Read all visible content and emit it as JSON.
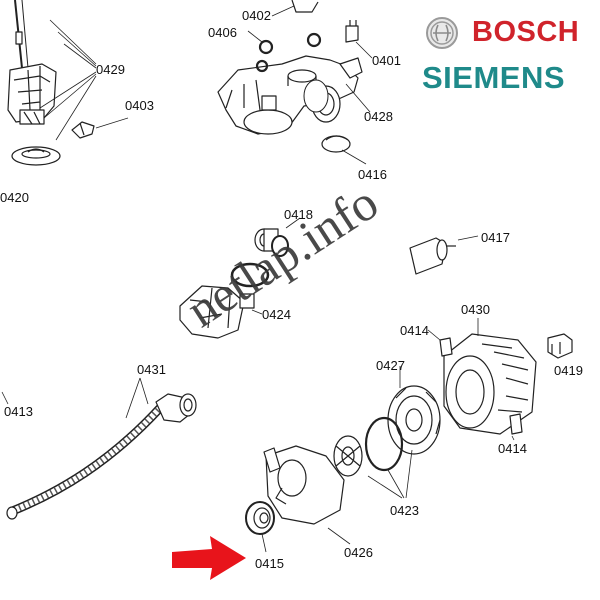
{
  "brands": {
    "bosch": "BOSCH",
    "siemens": "SIEMENS",
    "bosch_color": "#d0232b",
    "siemens_color": "#1f8a8a"
  },
  "watermark": "netlap.info",
  "highlight_color": "#e8141b",
  "parts": {
    "p0402": "0402",
    "p0406": "0406",
    "p0401": "0401",
    "p0429": "0429",
    "p0403": "0403",
    "p0428": "0428",
    "p0420": "0420",
    "p0416": "0416",
    "p0418": "0418",
    "p0417": "0417",
    "p0424": "0424",
    "p0414a": "0414",
    "p0430": "0430",
    "p0427": "0427",
    "p0419": "0419",
    "p0431": "0431",
    "p0413": "0413",
    "p0414b": "0414",
    "p0423": "0423",
    "p0426": "0426",
    "p0415": "0415"
  }
}
